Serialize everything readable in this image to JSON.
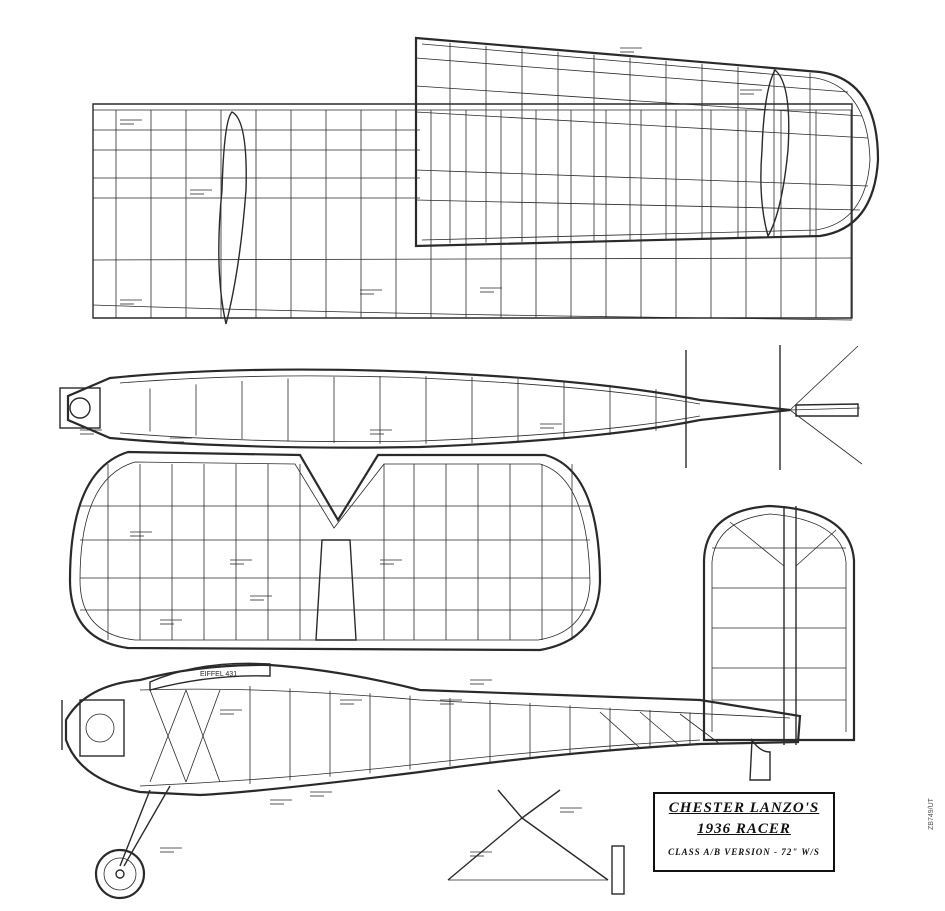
{
  "title_block": {
    "line1": "CHESTER LANZO'S",
    "line2": "1936 RACER",
    "line3": "CLASS A/B VERSION - 72\" W/S"
  },
  "airfoil_label": "EIFFEL 431",
  "right_edge_code": "ZB749/UT",
  "colors": {
    "ink": "#2a2a2a",
    "paper": "#ffffff"
  }
}
